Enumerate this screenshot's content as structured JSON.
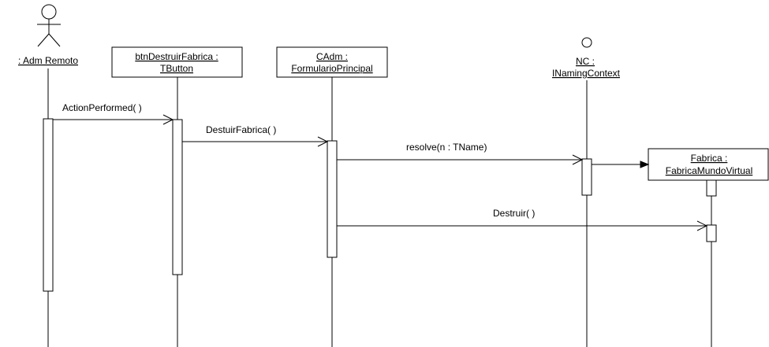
{
  "actor": {
    "name": ": Adm Remoto"
  },
  "objects": [
    {
      "id": "btn",
      "line1": "btnDestruirFabrica :",
      "line2": "TButton"
    },
    {
      "id": "cadm",
      "line1": "CAdm :",
      "line2": "FormularioPrincipal"
    },
    {
      "id": "nc",
      "line1": "NC :",
      "line2": "INamingContext"
    },
    {
      "id": "fabrica",
      "line1": "Fabrica :",
      "line2": "FabricaMundoVirtual"
    }
  ],
  "messages": [
    {
      "id": "m1",
      "label": "ActionPerformed( )"
    },
    {
      "id": "m2",
      "label": "DestuirFabrica( )"
    },
    {
      "id": "m3",
      "label": "resolve(n : TName)"
    },
    {
      "id": "m4",
      "label": ""
    },
    {
      "id": "m5",
      "label": "Destruir( )"
    }
  ]
}
